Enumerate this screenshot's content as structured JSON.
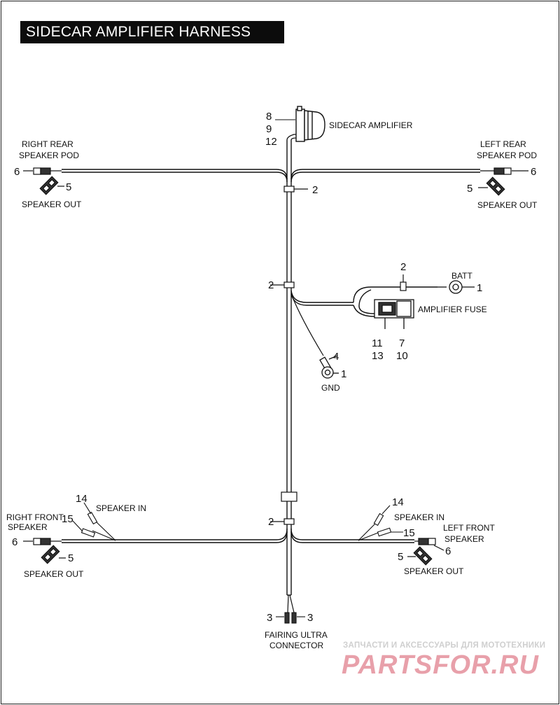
{
  "title": "SIDECAR AMPLIFIER HARNESS",
  "labels": {
    "sidecar_amplifier": "SIDECAR AMPLIFIER",
    "right_rear_1": "RIGHT REAR",
    "right_rear_2": "SPEAKER POD",
    "left_rear_1": "LEFT REAR",
    "left_rear_2": "SPEAKER POD",
    "speaker_out": "SPEAKER OUT",
    "batt": "BATT",
    "amplifier_fuse": "AMPLIFIER FUSE",
    "gnd": "GND",
    "speaker_in": "SPEAKER IN",
    "right_front_1": "RIGHT FRONT",
    "right_front_2": "SPEAKER",
    "left_front_1": "LEFT FRONT",
    "left_front_2": "SPEAKER",
    "fairing_1": "FAIRING ULTRA",
    "fairing_2": "CONNECTOR"
  },
  "callouts": {
    "n1": "1",
    "n2": "2",
    "n3": "3",
    "n4": "4",
    "n5": "5",
    "n6": "6",
    "n7": "7",
    "n8": "8",
    "n9": "9",
    "n10": "10",
    "n11": "11",
    "n12": "12",
    "n13": "13",
    "n14": "14",
    "n15": "15"
  },
  "watermark": {
    "line1": "ЗАПЧАСТИ И АКСЕССУАРЫ ДЛЯ МОТОТЕХНИКИ",
    "line2": "PARTSFOR.RU"
  },
  "colors": {
    "line": "#111111",
    "title_bg": "#0c0c0c",
    "watermark_text": "#e8a0aa"
  }
}
